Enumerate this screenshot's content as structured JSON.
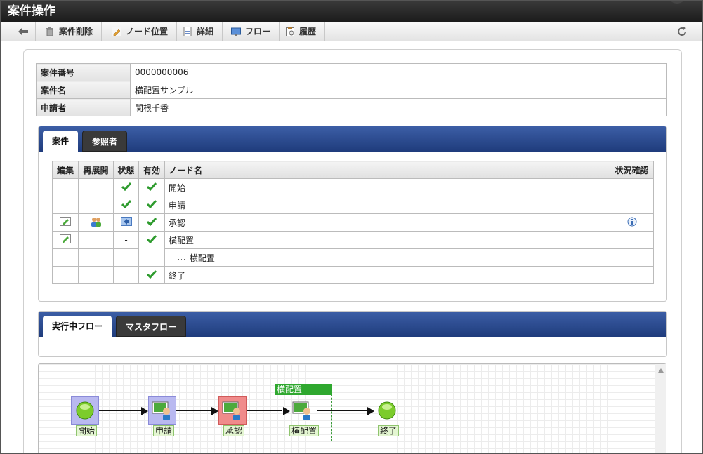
{
  "window": {
    "title": "案件操作"
  },
  "toolbar": {
    "delete_label": "案件削除",
    "node_position_label": "ノード位置",
    "details_label": "詳細",
    "flow_label": "フロー",
    "history_label": "履歴"
  },
  "info": {
    "rows": [
      {
        "label": "案件番号",
        "value": "0000000006"
      },
      {
        "label": "案件名",
        "value": "横配置サンプル"
      },
      {
        "label": "申請者",
        "value": "関根千香"
      }
    ]
  },
  "case_tabs": {
    "active": "案件",
    "inactive": "参照者"
  },
  "node_table": {
    "headers": {
      "edit": "編集",
      "reopen": "再展開",
      "state": "状態",
      "valid": "有効",
      "node_name": "ノード名",
      "status_check": "状況確認"
    },
    "rows": [
      {
        "node": "開始",
        "edit": false,
        "reopen": false,
        "state": "check",
        "valid": "check",
        "info": false
      },
      {
        "node": "申請",
        "edit": false,
        "reopen": false,
        "state": "check",
        "valid": "check",
        "info": false
      },
      {
        "node": "承認",
        "edit": true,
        "reopen": true,
        "state": "process",
        "valid": "check",
        "info": true
      },
      {
        "node": "横配置",
        "edit": true,
        "reopen": false,
        "state": "-",
        "valid": "check",
        "info": false
      },
      {
        "node": "横配置",
        "indent": true
      },
      {
        "node": "終了",
        "edit": false,
        "reopen": false,
        "state": "",
        "valid": "check",
        "info": false
      }
    ]
  },
  "flow_tabs": {
    "active": "実行中フロー",
    "inactive": "マスタフロー"
  },
  "flow": {
    "group_label": "横配置",
    "nodes": [
      {
        "label": "開始",
        "type": "start"
      },
      {
        "label": "申請",
        "type": "user"
      },
      {
        "label": "承認",
        "type": "user-current"
      },
      {
        "label": "横配置",
        "type": "user"
      },
      {
        "label": "終了",
        "type": "end"
      }
    ]
  },
  "colors": {
    "titlebar": "#2a2a2a",
    "tabbar": "#2b4a8e",
    "check": "#2e9b2e",
    "current_node": "#f08b8b",
    "node_box": "#b9b9f0",
    "group_header": "#2fa82f"
  },
  "icons": {
    "back": "arrow-left-icon",
    "delete": "trash-icon",
    "node_position": "edit-position-icon",
    "details": "document-icon",
    "flow": "monitor-icon",
    "history": "clipboard-icon",
    "refresh": "refresh-icon"
  }
}
